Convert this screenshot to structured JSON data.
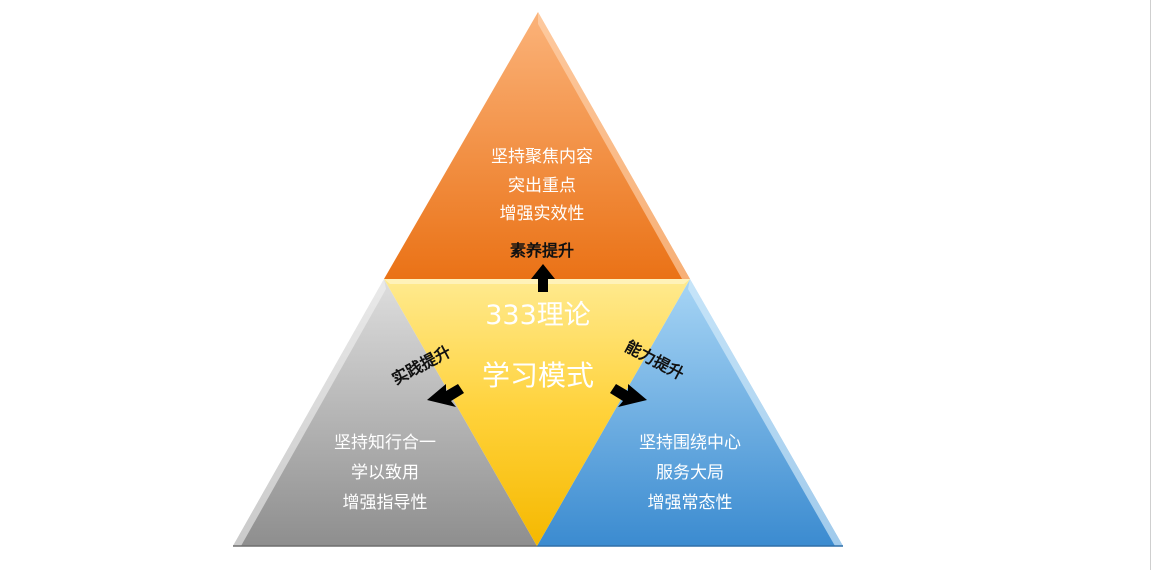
{
  "center": {
    "line1": "333理论",
    "line2": "学习模式"
  },
  "top": {
    "lines": [
      "坚持聚焦内容",
      "突出重点",
      "增强实效性"
    ],
    "arrow_label": "素养提升"
  },
  "left": {
    "lines": [
      "坚持知行合一",
      "学以致用",
      "增强指导性"
    ],
    "arrow_label": "实践提升"
  },
  "right": {
    "lines": [
      "坚持围绕中心",
      "服务大局",
      "增强常态性"
    ],
    "arrow_label": "能力提升"
  },
  "colors": {
    "top_light": "#f9a866",
    "top_dark": "#e96f17",
    "left_light": "#d6d6d6",
    "left_dark": "#8a8a8a",
    "right_light": "#9fd0f2",
    "right_dark": "#3f8fd3",
    "center_light": "#ffe27a",
    "center_dark": "#f7be00"
  }
}
